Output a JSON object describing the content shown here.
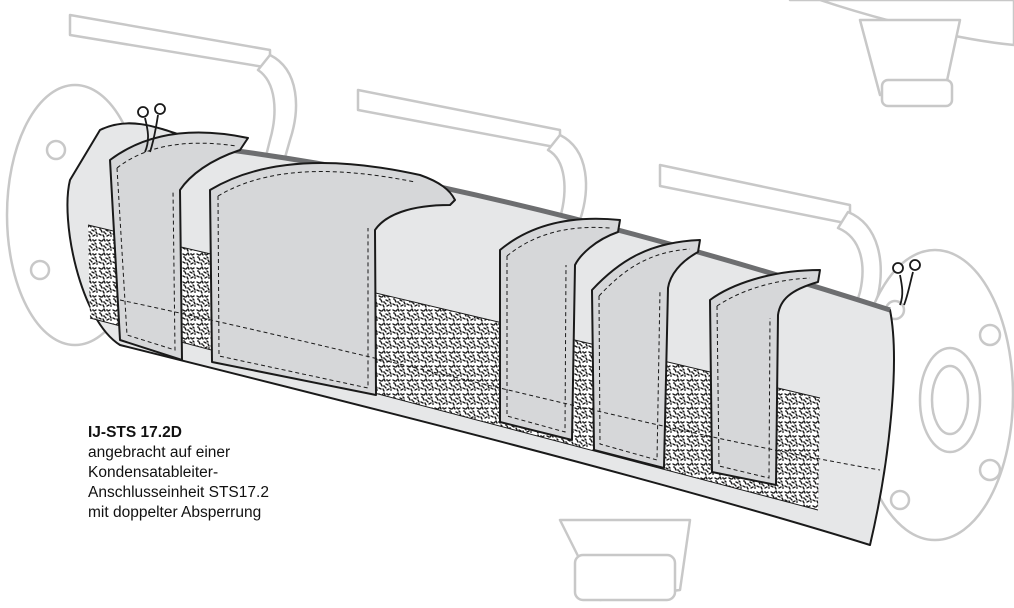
{
  "caption": {
    "title": "IJ-STS 17.2D",
    "lines": [
      "angebracht auf einer",
      "Kondensatableiter-",
      "Anschlusseinheit STS17.2",
      "mit doppelter Absperrung"
    ]
  },
  "colors": {
    "ghost_stroke": "#c8c8c8",
    "jacket_fill": "#e6e7e8",
    "strap_fill": "#d6d7d9",
    "outline": "#1a1a1a",
    "seam": "#6d6e70",
    "insulation_bg": "#ffffff"
  }
}
